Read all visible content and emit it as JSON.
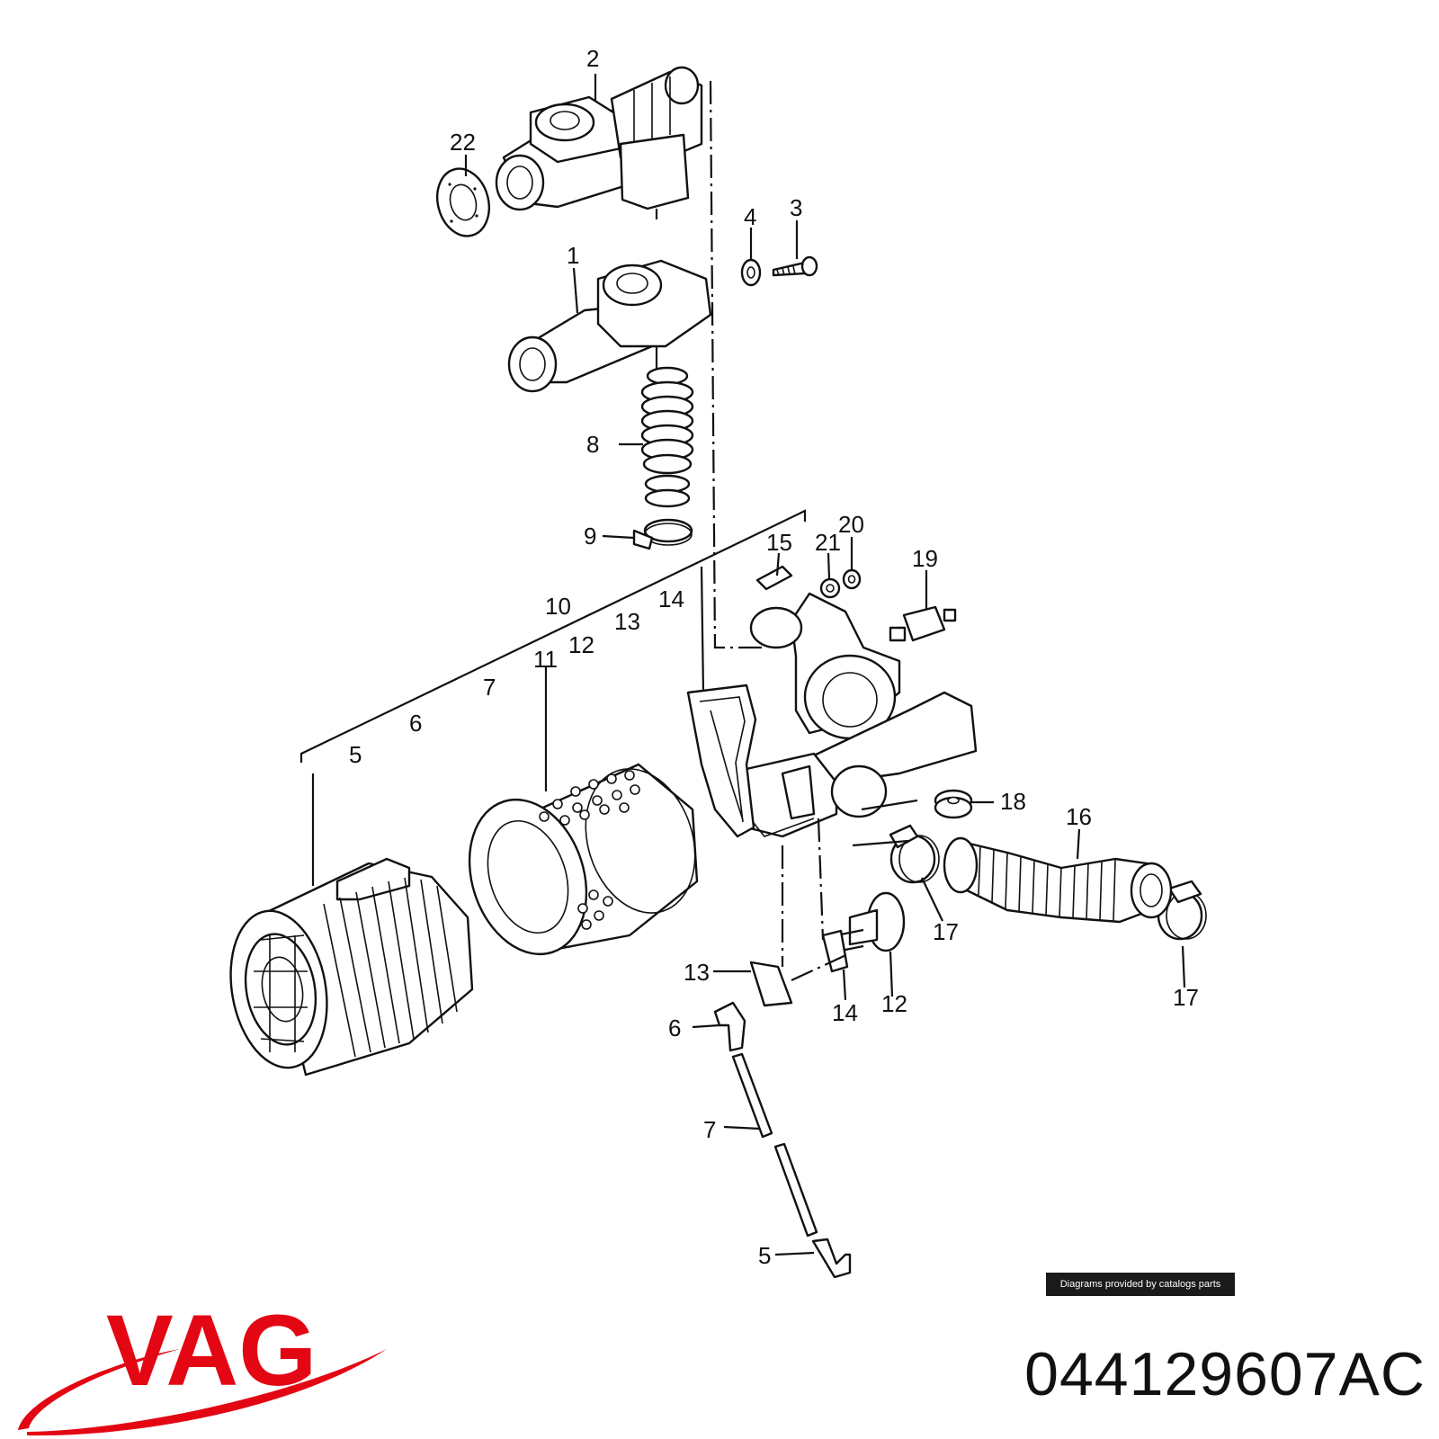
{
  "diagram": {
    "callouts": [
      {
        "id": "c-2",
        "text": "2"
      },
      {
        "id": "c-22",
        "text": "22"
      },
      {
        "id": "c-4",
        "text": "4"
      },
      {
        "id": "c-3",
        "text": "3"
      },
      {
        "id": "c-1",
        "text": "1"
      },
      {
        "id": "c-8",
        "text": "8"
      },
      {
        "id": "c-9",
        "text": "9"
      },
      {
        "id": "c-15",
        "text": "15"
      },
      {
        "id": "c-21",
        "text": "21"
      },
      {
        "id": "c-20",
        "text": "20"
      },
      {
        "id": "c-19",
        "text": "19"
      },
      {
        "id": "c-10",
        "text": "10"
      },
      {
        "id": "c-14a",
        "text": "14"
      },
      {
        "id": "c-13a",
        "text": "13"
      },
      {
        "id": "c-12a",
        "text": "12"
      },
      {
        "id": "c-11",
        "text": "11"
      },
      {
        "id": "c-7a",
        "text": "7"
      },
      {
        "id": "c-6a",
        "text": "6"
      },
      {
        "id": "c-5a",
        "text": "5"
      },
      {
        "id": "c-18",
        "text": "18"
      },
      {
        "id": "c-16",
        "text": "16"
      },
      {
        "id": "c-17a",
        "text": "17"
      },
      {
        "id": "c-17b",
        "text": "17"
      },
      {
        "id": "c-13b",
        "text": "13"
      },
      {
        "id": "c-14b",
        "text": "14"
      },
      {
        "id": "c-12b",
        "text": "12"
      },
      {
        "id": "c-6b",
        "text": "6"
      },
      {
        "id": "c-7b",
        "text": "7"
      },
      {
        "id": "c-5b",
        "text": "5"
      }
    ]
  },
  "credit": "Diagrams provided by catalogs parts",
  "brand": {
    "name": "VAG",
    "color": "#e30613"
  },
  "part_number": "044129607AC"
}
